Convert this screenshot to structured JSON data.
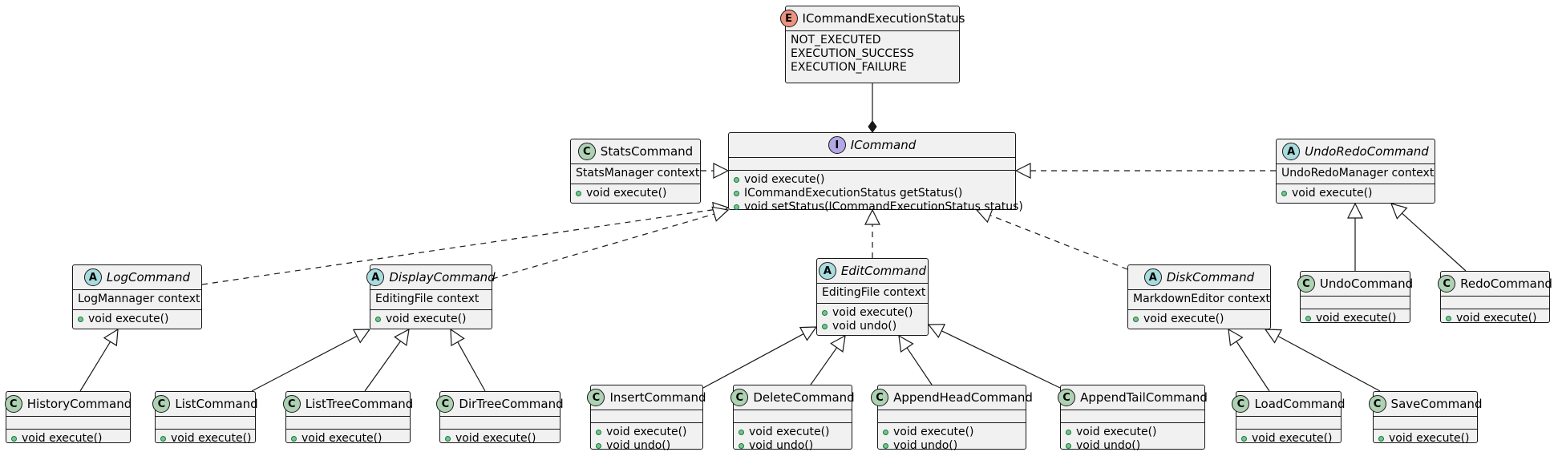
{
  "enum": {
    "id": "status",
    "badge": "E",
    "name": "ICommandExecutionStatus",
    "values": [
      "NOT_EXECUTED",
      "EXECUTION_SUCCESS",
      "EXECUTION_FAILURE"
    ]
  },
  "interface": {
    "id": "icommand",
    "badge": "I",
    "name": "ICommand",
    "methods": [
      "void execute()",
      "ICommandExecutionStatus getStatus()",
      "void setStatus(ICommandExecutionStatus status)"
    ]
  },
  "classes": [
    {
      "id": "stats",
      "badge": "C",
      "name": "StatsCommand",
      "fields": [
        "StatsManager context"
      ],
      "methods": [
        "void execute()"
      ]
    },
    {
      "id": "undoredo",
      "badge": "A",
      "name": "UndoRedoCommand",
      "fields": [
        "UndoRedoManager context"
      ],
      "methods": [
        "void execute()"
      ]
    },
    {
      "id": "log",
      "badge": "A",
      "name": "LogCommand",
      "fields": [
        "LogMannager context"
      ],
      "methods": [
        "void execute()"
      ]
    },
    {
      "id": "display",
      "badge": "A",
      "name": "DisplayCommand",
      "fields": [
        "EditingFile context"
      ],
      "methods": [
        "void execute()"
      ]
    },
    {
      "id": "edit",
      "badge": "A",
      "name": "EditCommand",
      "fields": [
        "EditingFile context"
      ],
      "methods": [
        "void execute()",
        "void undo()"
      ]
    },
    {
      "id": "disk",
      "badge": "A",
      "name": "DiskCommand",
      "fields": [
        "MarkdownEditor context"
      ],
      "methods": [
        "void execute()"
      ]
    },
    {
      "id": "undo",
      "badge": "C",
      "name": "UndoCommand",
      "fields": [],
      "methods": [
        "void execute()"
      ]
    },
    {
      "id": "redo",
      "badge": "C",
      "name": "RedoCommand",
      "fields": [],
      "methods": [
        "void execute()"
      ]
    },
    {
      "id": "history",
      "badge": "C",
      "name": "HistoryCommand",
      "fields": [],
      "methods": [
        "void execute()"
      ]
    },
    {
      "id": "list",
      "badge": "C",
      "name": "ListCommand",
      "fields": [],
      "methods": [
        "void execute()"
      ]
    },
    {
      "id": "listtree",
      "badge": "C",
      "name": "ListTreeCommand",
      "fields": [],
      "methods": [
        "void execute()"
      ]
    },
    {
      "id": "dirtree",
      "badge": "C",
      "name": "DirTreeCommand",
      "fields": [],
      "methods": [
        "void execute()"
      ]
    },
    {
      "id": "insert",
      "badge": "C",
      "name": "InsertCommand",
      "fields": [],
      "methods": [
        "void execute()",
        "void undo()"
      ]
    },
    {
      "id": "delete",
      "badge": "C",
      "name": "DeleteCommand",
      "fields": [],
      "methods": [
        "void execute()",
        "void undo()"
      ]
    },
    {
      "id": "appendhead",
      "badge": "C",
      "name": "AppendHeadCommand",
      "fields": [],
      "methods": [
        "void execute()",
        "void undo()"
      ]
    },
    {
      "id": "appendtail",
      "badge": "C",
      "name": "AppendTailCommand",
      "fields": [],
      "methods": [
        "void execute()",
        "void undo()"
      ]
    },
    {
      "id": "load",
      "badge": "C",
      "name": "LoadCommand",
      "fields": [],
      "methods": [
        "void execute()"
      ]
    },
    {
      "id": "save",
      "badge": "C",
      "name": "SaveCommand",
      "fields": [],
      "methods": [
        "void execute()"
      ]
    }
  ],
  "relations": [
    {
      "from": "status",
      "to": "icommand",
      "kind": "composition"
    },
    {
      "from": "stats",
      "to": "icommand",
      "kind": "realization"
    },
    {
      "from": "undoredo",
      "to": "icommand",
      "kind": "realization"
    },
    {
      "from": "log",
      "to": "icommand",
      "kind": "realization"
    },
    {
      "from": "display",
      "to": "icommand",
      "kind": "realization"
    },
    {
      "from": "edit",
      "to": "icommand",
      "kind": "realization"
    },
    {
      "from": "disk",
      "to": "icommand",
      "kind": "realization"
    },
    {
      "from": "undo",
      "to": "undoredo",
      "kind": "inheritance"
    },
    {
      "from": "redo",
      "to": "undoredo",
      "kind": "inheritance"
    },
    {
      "from": "history",
      "to": "log",
      "kind": "inheritance"
    },
    {
      "from": "list",
      "to": "display",
      "kind": "inheritance"
    },
    {
      "from": "listtree",
      "to": "display",
      "kind": "inheritance"
    },
    {
      "from": "dirtree",
      "to": "display",
      "kind": "inheritance"
    },
    {
      "from": "insert",
      "to": "edit",
      "kind": "inheritance"
    },
    {
      "from": "delete",
      "to": "edit",
      "kind": "inheritance"
    },
    {
      "from": "appendhead",
      "to": "edit",
      "kind": "inheritance"
    },
    {
      "from": "appendtail",
      "to": "edit",
      "kind": "inheritance"
    },
    {
      "from": "load",
      "to": "disk",
      "kind": "inheritance"
    },
    {
      "from": "save",
      "to": "disk",
      "kind": "inheritance"
    }
  ],
  "colors": {
    "line": "#181818",
    "box_fill": "#f1f1f1",
    "class_badge": "#add1b2",
    "abstract_badge": "#a9dcdf",
    "interface_badge": "#b4a7e5",
    "enum_badge": "#eb937f",
    "public_dot": "#84be84"
  }
}
